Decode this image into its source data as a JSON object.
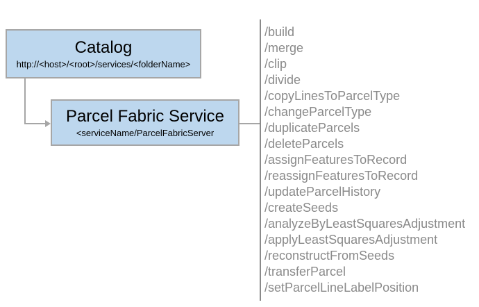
{
  "catalog_box": {
    "title": "Catalog",
    "subtitle": "http://<host>/<root>/services/<folderName>"
  },
  "service_box": {
    "title": "Parcel Fabric Service",
    "subtitle": "<serviceName/ParcelFabricServer"
  },
  "endpoints": [
    "/build",
    "/merge",
    "/clip",
    "/divide",
    "/copyLinesToParcelType",
    "/changeParcelType",
    "/duplicateParcels",
    "/deleteParcels",
    "/assignFeaturesToRecord",
    "/reassignFeaturesToRecord",
    "/updateParcelHistory",
    "/createSeeds",
    "/analyzeByLeastSquaresAdjustment",
    "/applyLeastSquaresAdjustment",
    "/reconstructFromSeeds",
    "/transferParcel",
    "/setParcelLineLabelPosition"
  ],
  "colors": {
    "box_fill": "#bdd7ee",
    "box_border": "#a6a6a6",
    "connector": "#a6a6a6",
    "divider": "#8a8a8a",
    "endpoint_text": "#8a8a8a",
    "title_text": "#000000"
  }
}
